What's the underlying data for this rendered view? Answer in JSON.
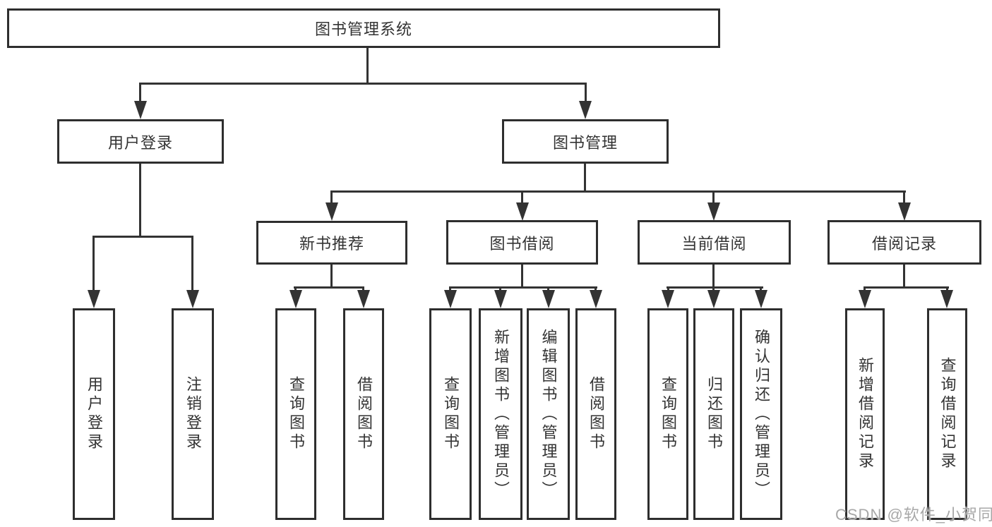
{
  "tree": {
    "label": "图书管理系统",
    "children": [
      {
        "label": "用户登录",
        "children": [
          {
            "label": "用户登录"
          },
          {
            "label": "注销登录"
          }
        ]
      },
      {
        "label": "图书管理",
        "children": [
          {
            "label": "新书推荐",
            "children": [
              {
                "label": "查询图书"
              },
              {
                "label": "借阅图书"
              }
            ]
          },
          {
            "label": "图书借阅",
            "children": [
              {
                "label": "查询图书"
              },
              {
                "label": "新增图书（管理员）"
              },
              {
                "label": "编辑图书（管理员）"
              },
              {
                "label": "借阅图书"
              }
            ]
          },
          {
            "label": "当前借阅",
            "children": [
              {
                "label": "查询图书"
              },
              {
                "label": "归还图书"
              },
              {
                "label": "确认归还（管理员）"
              }
            ]
          },
          {
            "label": "借阅记录",
            "children": [
              {
                "label": "新增借阅记录"
              },
              {
                "label": "查询借阅记录"
              }
            ]
          }
        ]
      }
    ]
  },
  "watermark": {
    "text": "CSDN @软件_小贺同学"
  },
  "colors": {
    "line": "#333333",
    "border": "#2e2e2e",
    "text": "#333333",
    "watermark": "#a8a8a8",
    "background": "#ffffff"
  }
}
